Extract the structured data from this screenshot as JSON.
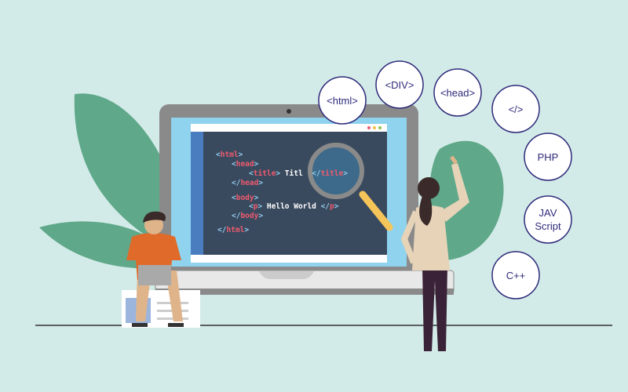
{
  "colors": {
    "background": "#d3ebe8",
    "leaf": "#5fa88a",
    "laptop": "#8a8a8a",
    "screen": "#8fd3ee",
    "editor": "#3a4a5e",
    "tag": "#ef5a6f",
    "bracket": "#8fc9ea",
    "bubble_text": "#2e2a7a"
  },
  "code": {
    "l1": [
      "<",
      "html",
      ">"
    ],
    "l2": [
      "<",
      "head",
      ">"
    ],
    "l3": [
      "<",
      "title",
      "> ",
      "Titl",
      "  </",
      "title",
      ">"
    ],
    "l4": [
      "</",
      "head",
      ">"
    ],
    "l5": [
      "<",
      "body",
      ">"
    ],
    "l6": [
      "<",
      "p",
      "> ",
      "Hello World",
      " </",
      "p",
      ">"
    ],
    "l7": [
      "</",
      "body",
      ">"
    ],
    "l8": [
      "</",
      "html",
      ">"
    ]
  },
  "bubbles": [
    "<html>",
    "<DIV>",
    "<head>",
    "</>",
    "PHP",
    "JAV",
    "Script",
    "C++"
  ],
  "icons": [
    "magnifying-glass-icon",
    "window-dots-icon",
    "laptop-icon"
  ]
}
